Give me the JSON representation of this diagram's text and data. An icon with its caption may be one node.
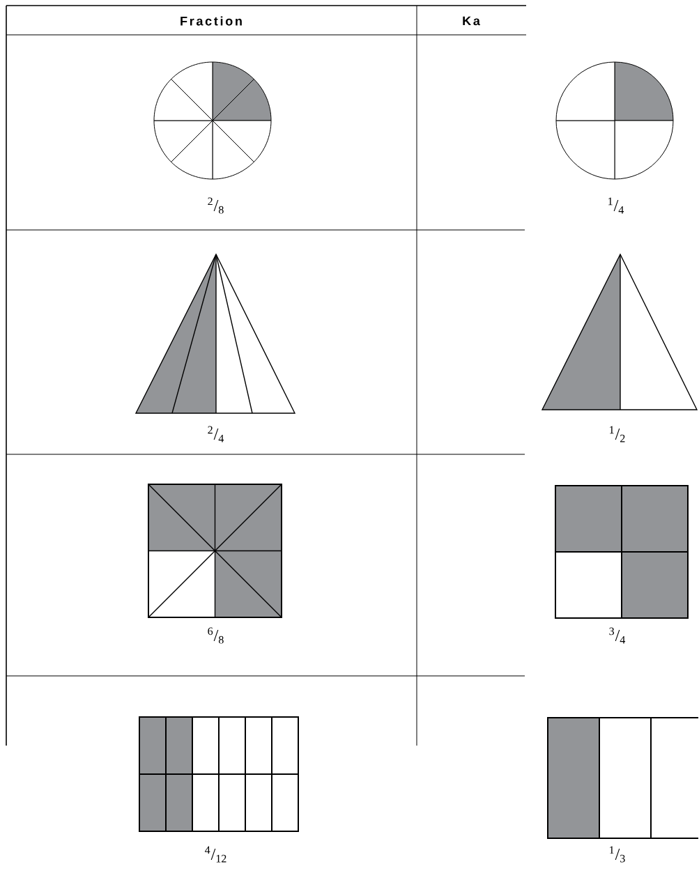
{
  "diagram": {
    "labels": [
      "Fraction",
      "Ka",
      "$^{2}$/$_{8}$",
      "$^{1}$/$_{4}$",
      "$^{2}$/$_{4}$",
      "$^{1}$/$_{2}$",
      "$^{6}$/$_{8}$",
      "$^{3}$/$_{4}$",
      "$^{4}$/$_{12}$",
      "$^{1}$/$_{3}$"
    ]
  }
}
